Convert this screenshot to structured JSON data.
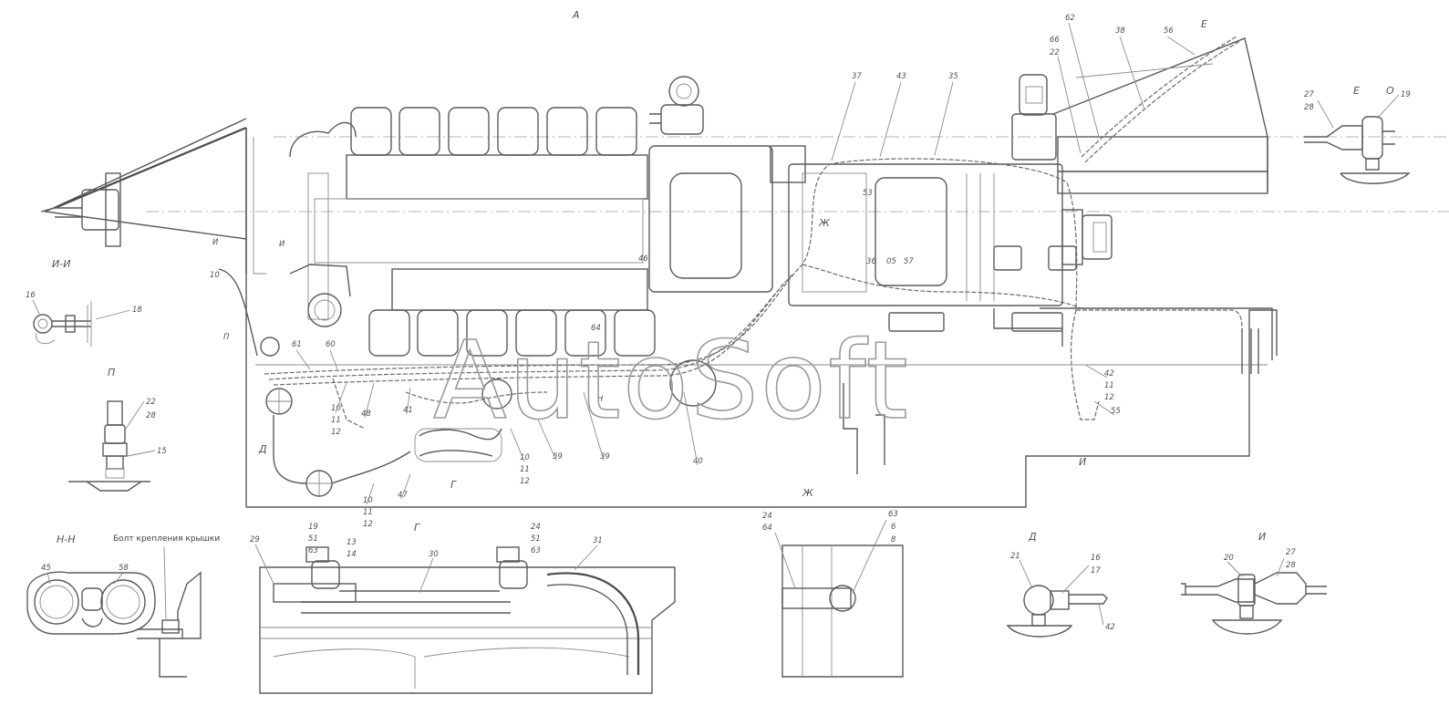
{
  "watermark": "AutoSoft",
  "section_titles": {
    "top_a": "А",
    "e": "Е",
    "e_circle": "О",
    "i_i": "И-И",
    "p": "П",
    "n_n": "Н-Н",
    "g": "Г",
    "zh": "Ж",
    "d": "Д",
    "i": "И"
  },
  "note_bolt": "Болт крепления крышки",
  "view_markers": {
    "d_marker": "Д",
    "g_marker": "Г",
    "zh_marker": "Ж",
    "ii_marker_top": "И",
    "ii_marker_bottom": "И",
    "p_marker": "П",
    "n_marker": "Н"
  },
  "callouts": {
    "c37": "37",
    "c43": "43",
    "c35": "35",
    "c53": "53",
    "c62": "62",
    "c66": "66",
    "c22": "22",
    "c38": "38",
    "c56": "56",
    "c27a": "27",
    "c28a": "28",
    "c19a": "19",
    "c10a": "10",
    "c16a": "16",
    "c18a": "18",
    "c22b": "22",
    "c28b": "28",
    "c15": "15",
    "c61": "61",
    "c60": "60",
    "c46": "46",
    "c36": "36",
    "c05": "05",
    "c57": "57",
    "c41": "41",
    "c48": "48",
    "c10b": "10",
    "c11b": "11",
    "c12b": "12",
    "c59": "59",
    "c39": "39",
    "c40": "40",
    "c10c": "10",
    "c11c": "11",
    "c12c": "12",
    "c47": "47",
    "c10d": "10",
    "c11d": "11",
    "c12d": "12",
    "c42a": "42",
    "c11e": "11",
    "c12e": "12",
    "c55": "55",
    "c45": "45",
    "c58": "58",
    "c29": "29",
    "c19b": "19",
    "c51a": "51",
    "c63a": "63",
    "c13": "13",
    "c14": "14",
    "c30": "30",
    "c24": "24",
    "c51b": "51",
    "c63b": "63",
    "c31": "31",
    "c24z": "24",
    "c64": "64",
    "c63z": "63",
    "c6": "6",
    "c8": "8",
    "c21": "21",
    "c16b": "16",
    "c17": "17",
    "c42b": "42",
    "c20": "20",
    "c27b": "27",
    "c28c": "28"
  }
}
